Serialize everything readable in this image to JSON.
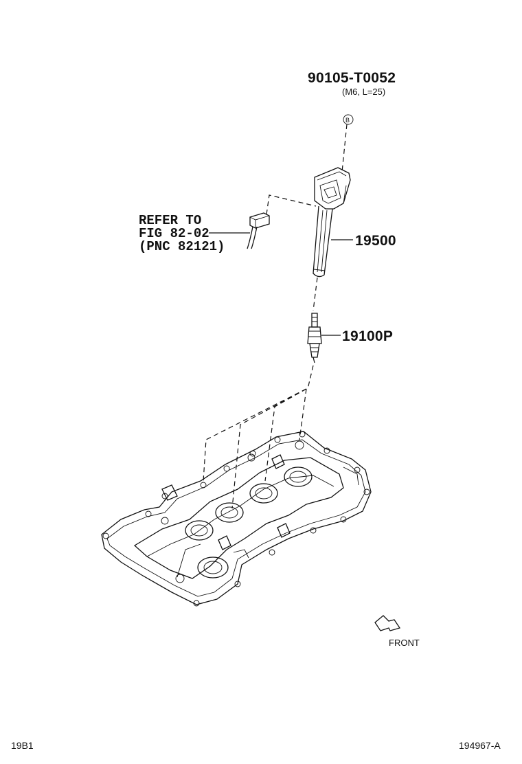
{
  "bolt": {
    "part_number": "90105-T0052",
    "spec": "(M6, L=25)",
    "marker": "B"
  },
  "reference": {
    "line1": "REFER TO",
    "line2": "FIG 82-02",
    "line3": "(PNC 82121)"
  },
  "ignition_coil": {
    "part_number": "19500"
  },
  "spark_plug": {
    "part_number": "19100P"
  },
  "direction": {
    "label": "FRONT"
  },
  "footer": {
    "left_code": "19B1",
    "right_code": "194967-A"
  }
}
